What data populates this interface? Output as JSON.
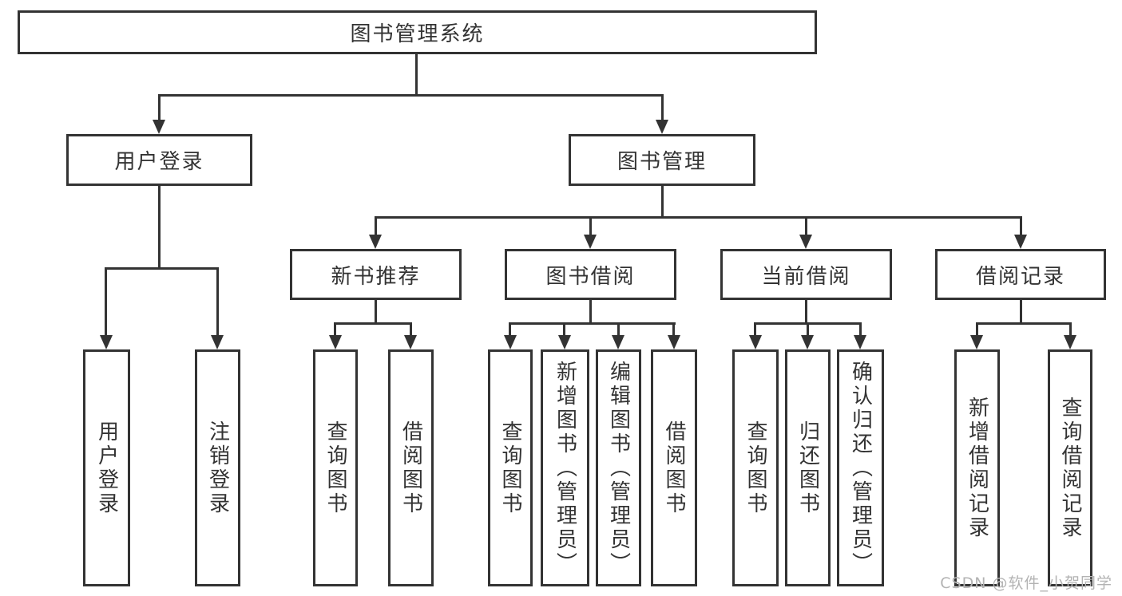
{
  "diagram": {
    "root": {
      "label": "图书管理系统"
    },
    "level2": {
      "user_login": {
        "label": "用户登录"
      },
      "book_management": {
        "label": "图书管理"
      }
    },
    "level3": {
      "new_book_recommendation": {
        "label": "新书推荐"
      },
      "book_borrowing": {
        "label": "图书借阅"
      },
      "current_borrowing": {
        "label": "当前借阅"
      },
      "borrowing_records": {
        "label": "借阅记录"
      }
    },
    "leaves": {
      "user_login": "用户登录",
      "logout": "注销登录",
      "recommend_query_books": "查询图书",
      "recommend_borrow_books": "借阅图书",
      "borrow_query_books": "查询图书",
      "borrow_add_books_admin": "新增图书（管理员）",
      "borrow_edit_books_admin": "编辑图书（管理员）",
      "borrow_borrow_books": "借阅图书",
      "current_query_books": "查询图书",
      "current_return_books": "归还图书",
      "current_confirm_return_admin": "确认归还（管理员）",
      "records_add_record": "新增借阅记录",
      "records_query_record": "查询借阅记录"
    }
  },
  "watermark": {
    "text": "CSDN @软件_小贺同学"
  },
  "colors": {
    "line": "#333333",
    "box_background": "#ffffff",
    "watermark": "#b3b3b3"
  }
}
